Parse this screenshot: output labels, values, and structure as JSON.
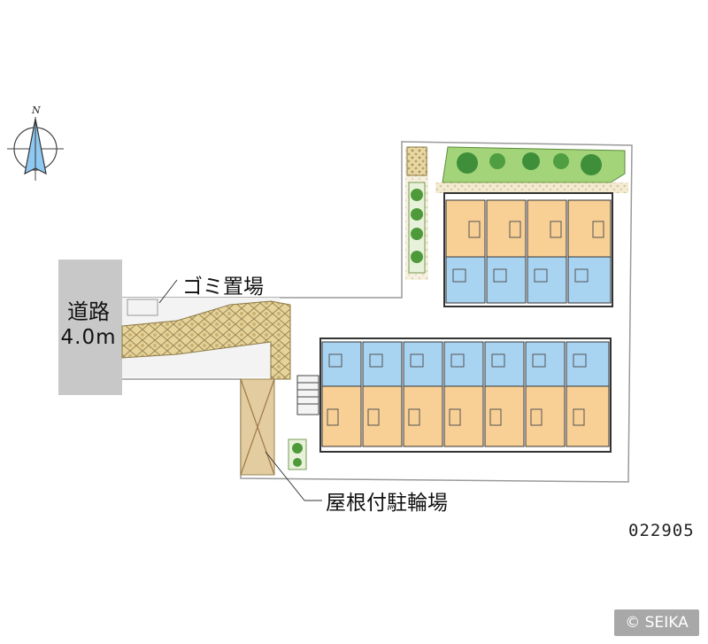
{
  "labels": {
    "road": "道路",
    "road_width": "4.0m",
    "garbage": "ゴミ置場",
    "bike_parking": "屋根付駐輪場",
    "map_code": "022905",
    "copyright": "© SEIKA"
  },
  "compass": {
    "north": "N"
  },
  "colors": {
    "room": "#f8cf94",
    "wet_area": "#a8d4f2",
    "paving": "#e8d498",
    "greenery": "#6cb84a",
    "road": "#c8c8c8",
    "site_line": "#9a9a9a"
  }
}
